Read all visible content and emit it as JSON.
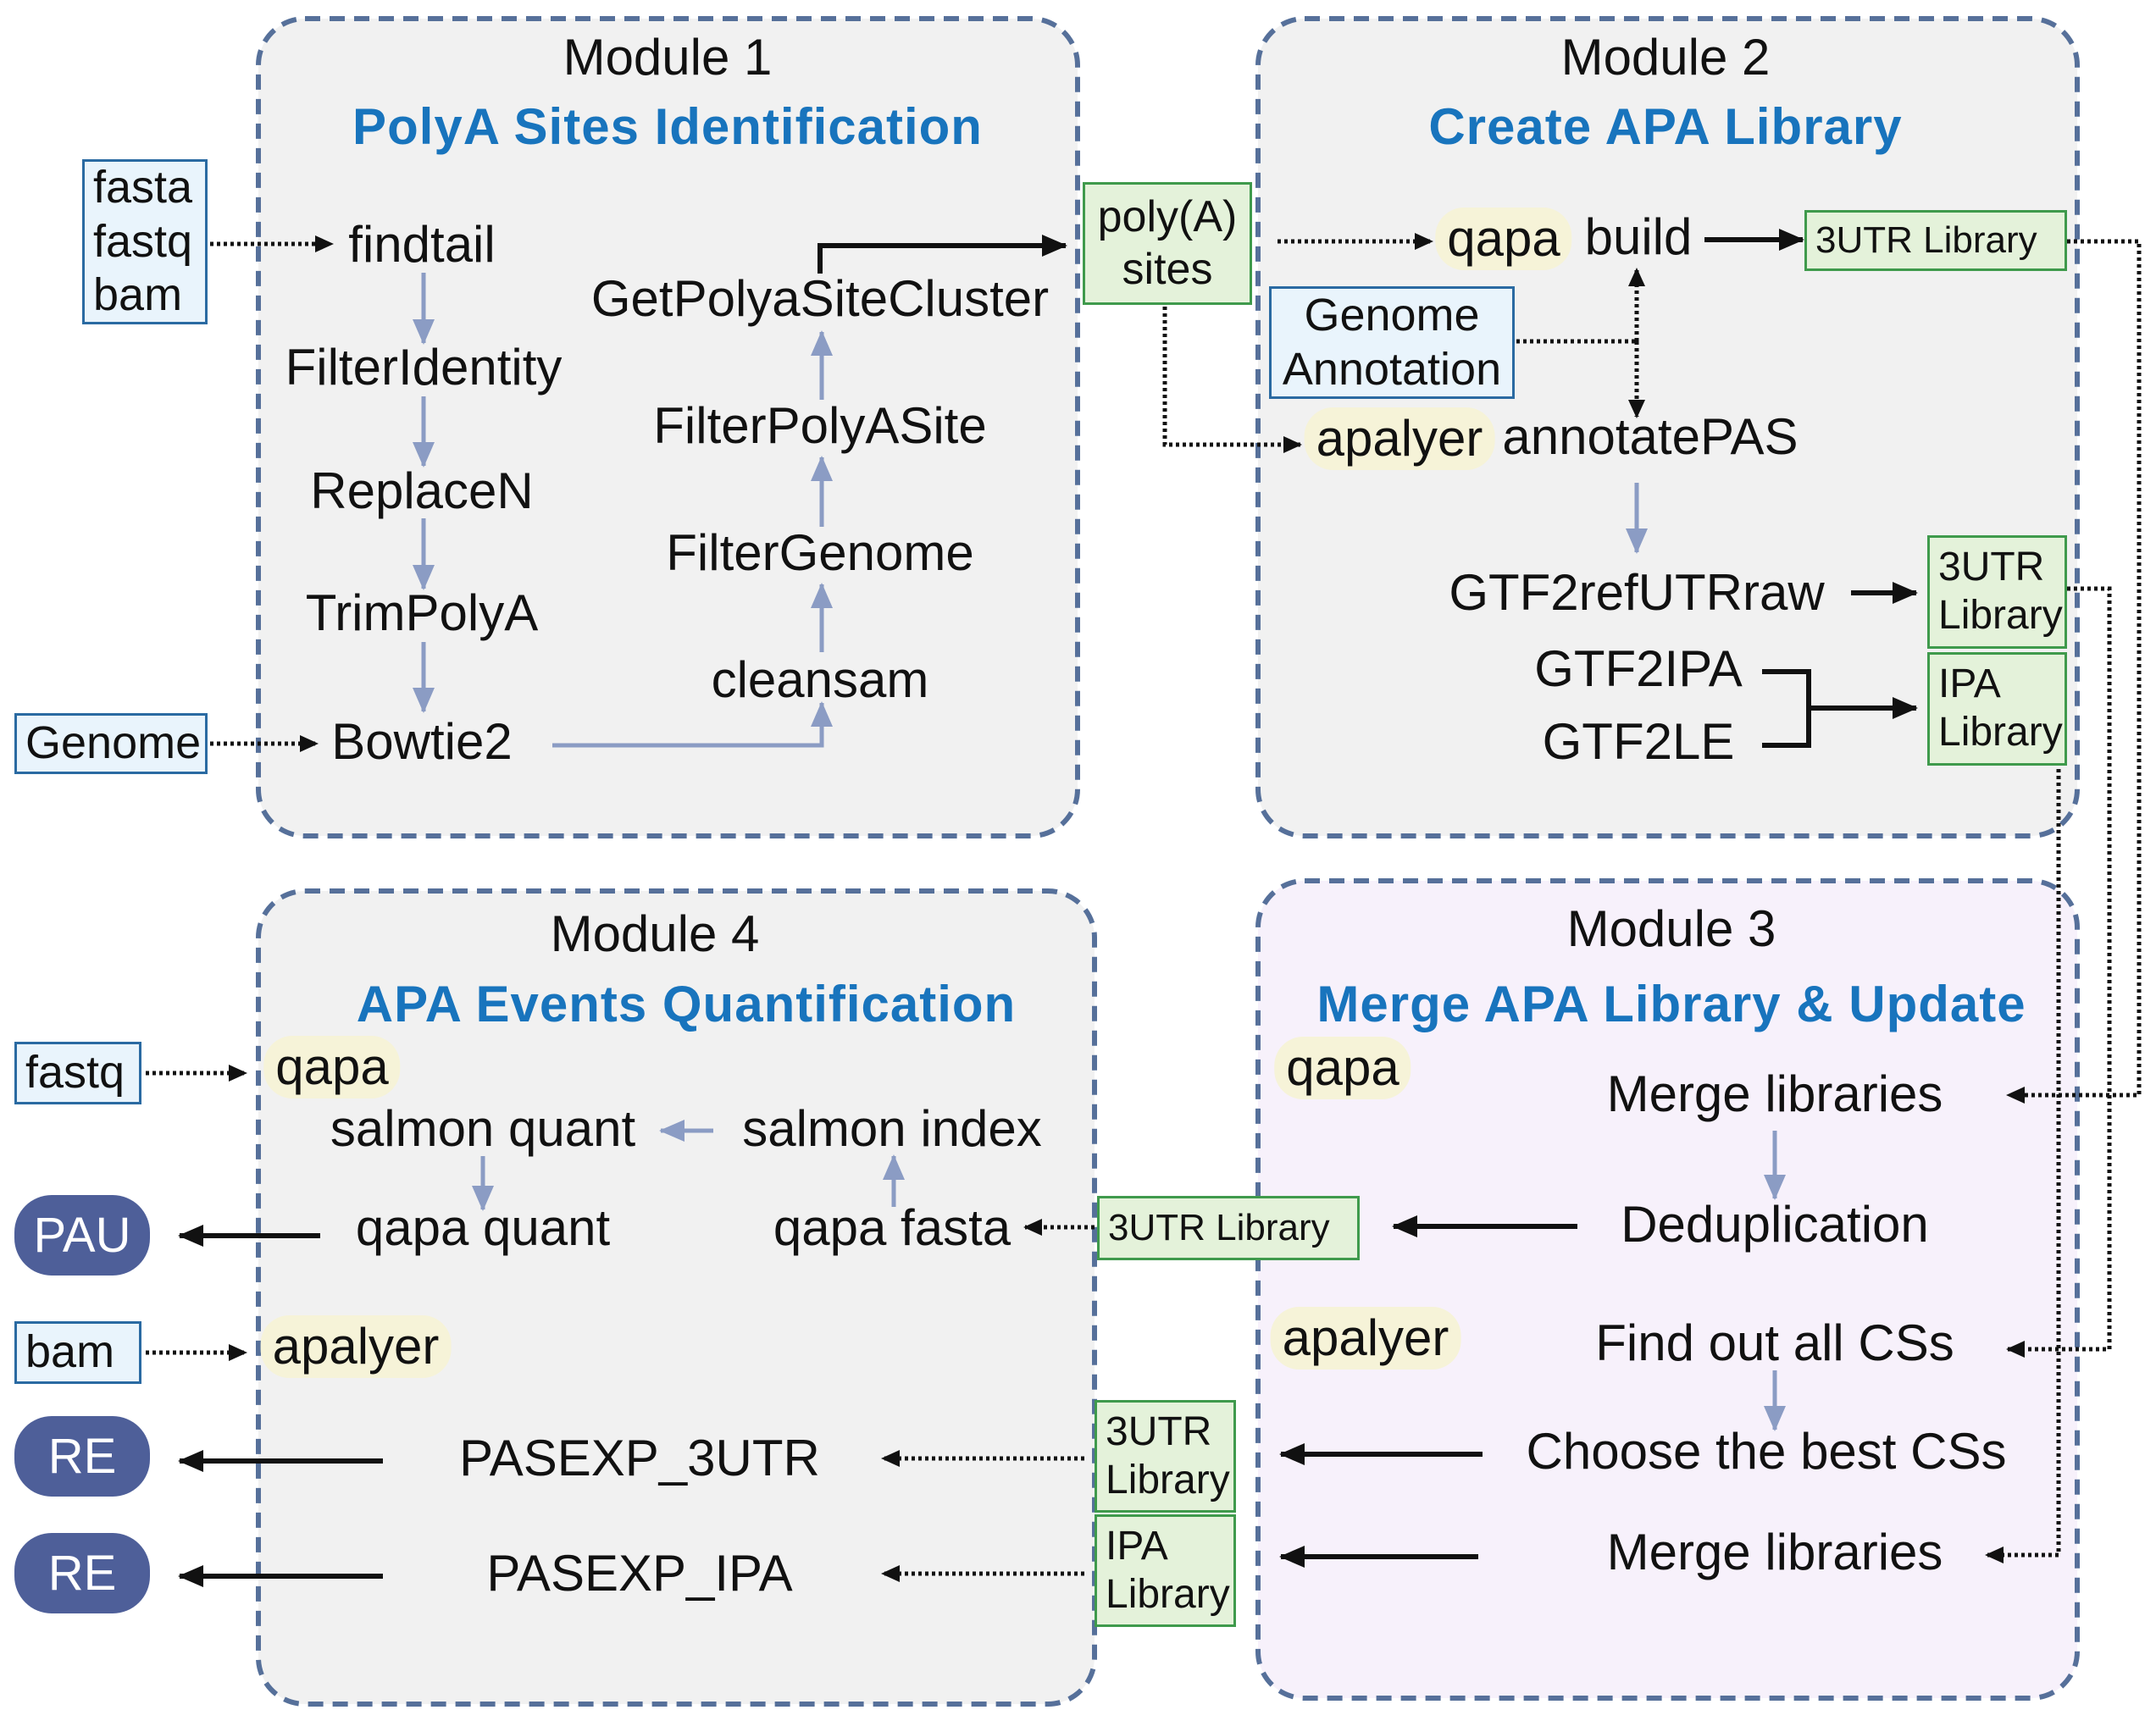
{
  "modules": {
    "m1": {
      "title": "Module 1",
      "subtitle": "PolyA Sites Identification"
    },
    "m2": {
      "title": "Module 2",
      "subtitle": "Create APA Library"
    },
    "m3": {
      "title": "Module 3",
      "subtitle": "Merge APA Library & Update"
    },
    "m4": {
      "title": "Module 4",
      "subtitle": "APA Events Quantification"
    }
  },
  "inputs": {
    "fasta": "fasta",
    "fastq": "fastq",
    "bam": "bam",
    "genome": "Genome",
    "genome_annotation_1": "Genome",
    "genome_annotation_2": "Annotation",
    "fastq_m4": "fastq",
    "bam_m4": "bam"
  },
  "m1_steps": {
    "findtail": "findtail",
    "filteridentity": "FilterIdentity",
    "replacen": "ReplaceN",
    "trimpolya": "TrimPolyA",
    "bowtie2": "Bowtie2",
    "cleansam": "cleansam",
    "filtergenome": "FilterGenome",
    "filterpolyasite": "FilterPolyASite",
    "getpolyasitecluster": "GetPolyaSiteCluster"
  },
  "polya_sites": {
    "line1": "poly(A)",
    "line2": "sites"
  },
  "m2_steps": {
    "qapa": "qapa",
    "build": "build",
    "apalyer": "apalyer",
    "annotatepas": "annotatePAS",
    "gtf2refutrraw": "GTF2refUTRraw",
    "gtf2ipa": "GTF2IPA",
    "gtf2le": "GTF2LE"
  },
  "libraries": {
    "utr_lib_a": "3UTR Library",
    "utr_lib_b_1": "3UTR",
    "utr_lib_b_2": "Library",
    "ipa_lib_1": "IPA",
    "ipa_lib_2": "Library",
    "utr_lib_c": "3UTR Library",
    "utr_lib_d_1": "3UTR",
    "utr_lib_d_2": "Library",
    "ipa_lib_e_1": "IPA",
    "ipa_lib_e_2": "Library"
  },
  "m3_steps": {
    "qapa": "qapa",
    "merge1": "Merge libraries",
    "dedup": "Deduplication",
    "apalyer": "apalyer",
    "find_css": "Find out all CSs",
    "choose_css": "Choose the best CSs",
    "merge2": "Merge libraries"
  },
  "m4_steps": {
    "qapa": "qapa",
    "salmon_quant": "salmon quant",
    "salmon_index": "salmon index",
    "qapa_quant": "qapa quant",
    "qapa_fasta": "qapa fasta",
    "apalyer": "apalyer",
    "pasexp_3utr": "PASEXP_3UTR",
    "pasexp_ipa": "PASEXP_IPA"
  },
  "outputs": {
    "pau": "PAU",
    "re1": "RE",
    "re2": "RE"
  },
  "colors": {
    "module_bg": "#f1f1f1",
    "module3_bg": "#f7f1fb",
    "module_border": "#56709a",
    "subtitle": "#1874bd",
    "flow_arrow": "#8b9cc4",
    "input_bg": "#e9f4fc",
    "library_bg": "#e4f2da",
    "tool_pill": "#f6f3d8",
    "output_bg": "#4e5f99"
  }
}
